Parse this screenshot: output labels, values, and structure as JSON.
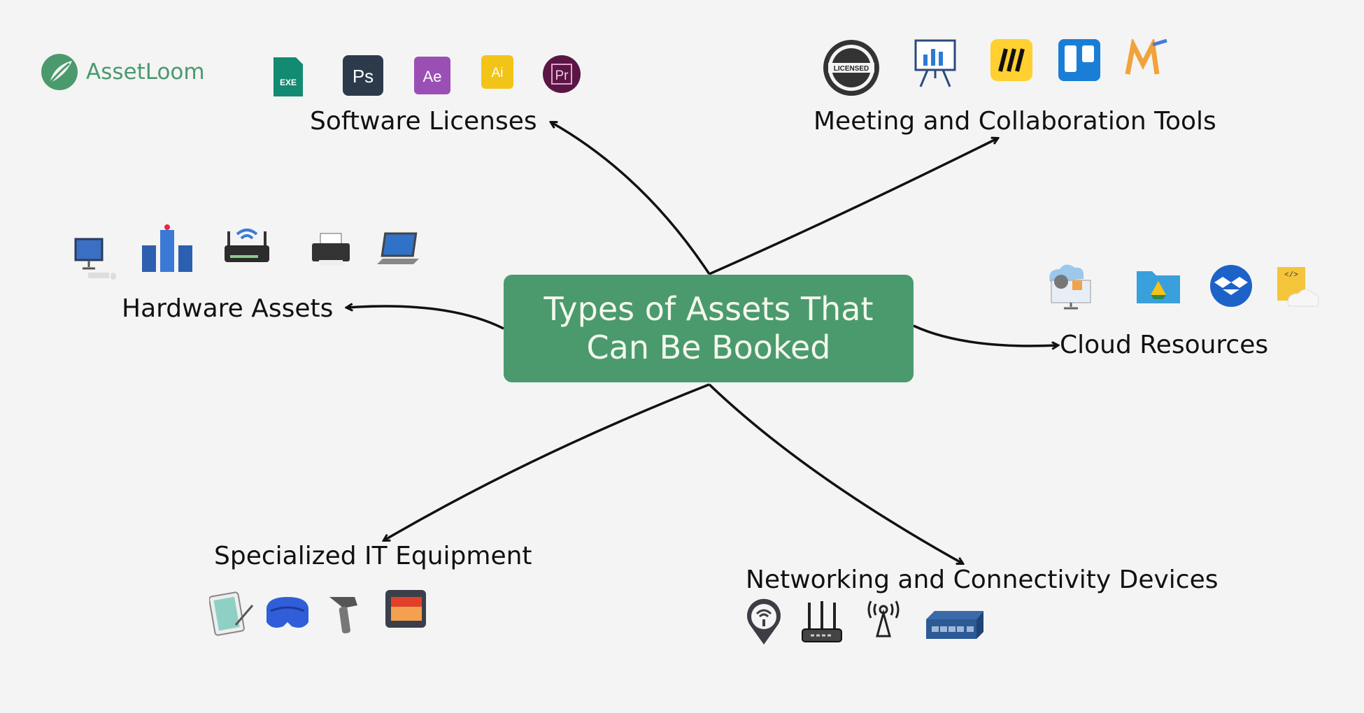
{
  "brand": {
    "name": "AssetLoom",
    "color": "#4a9a6e"
  },
  "center": {
    "line1": "Types of Assets That",
    "line2": "Can Be Booked",
    "color": "#4a9a6e"
  },
  "categories": {
    "software": {
      "label": "Software Licenses",
      "icons": [
        "exe-file-icon",
        "photoshop-icon",
        "after-effects-icon",
        "illustrator-icon",
        "premiere-icon"
      ],
      "icon_text": [
        "EXE",
        "Ps",
        "Ae",
        "Ai",
        "Pr"
      ]
    },
    "meeting": {
      "label": "Meeting and Collaboration Tools",
      "icons": [
        "licensed-seal-icon",
        "presentation-board-icon",
        "miro-icon",
        "trello-icon",
        "m-logo-icon"
      ],
      "seal_text": "LICENSED"
    },
    "hardware": {
      "label": "Hardware Assets",
      "icons": [
        "desktop-computer-icon",
        "server-network-icon",
        "wifi-router-icon",
        "printer-icon",
        "laptop-icon"
      ]
    },
    "cloud": {
      "label": "Cloud Resources",
      "icons": [
        "cloud-server-icon",
        "google-drive-folder-icon",
        "dropbox-icon",
        "cloud-code-icon"
      ]
    },
    "specialized": {
      "label": "Specialized IT Equipment",
      "icons": [
        "tablet-stylus-icon",
        "vr-headset-icon",
        "barcode-scanner-icon",
        "camera-display-icon"
      ]
    },
    "networking": {
      "label": "Networking and Connectivity Devices",
      "icons": [
        "wifi-location-pin-icon",
        "router-antennas-icon",
        "broadcast-tower-icon",
        "network-switch-icon"
      ]
    }
  }
}
